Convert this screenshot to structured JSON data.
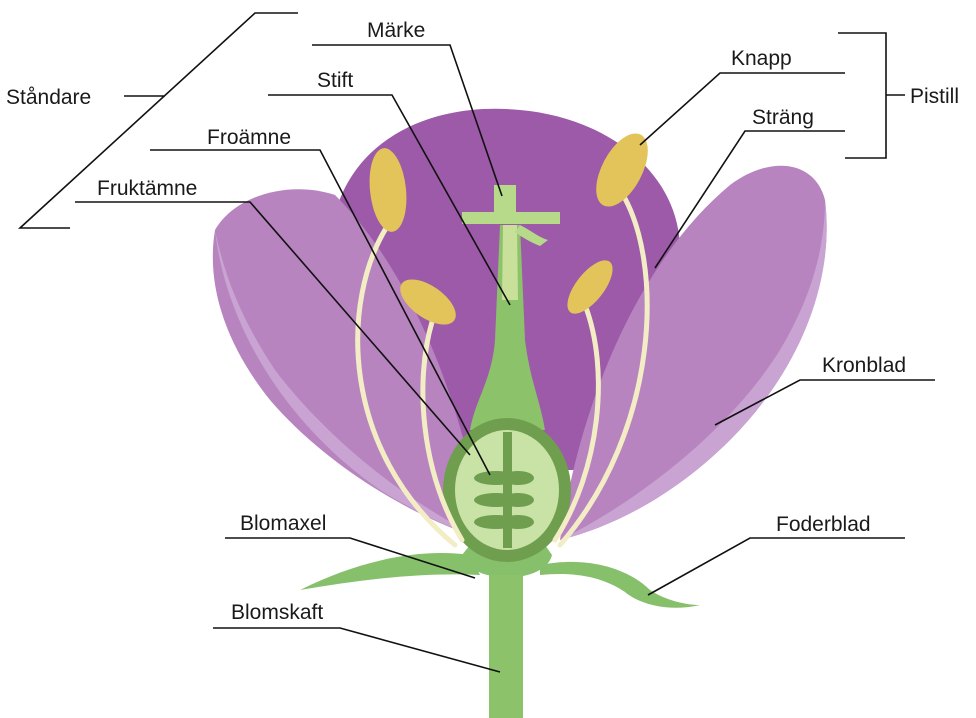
{
  "labels": {
    "standare": "Ståndare",
    "marke": "Märke",
    "stift": "Stift",
    "froamne": "Froämne",
    "fruktamne": "Fruktämne",
    "knapp": "Knapp",
    "strang": "Sträng",
    "pistill": "Pistill",
    "kronblad": "Kronblad",
    "blomaxel": "Blomaxel",
    "foderblad": "Foderblad",
    "blomskaft": "Blomskaft"
  },
  "colors": {
    "petal_back": "#9c5aa8",
    "petal_side": "#b784c0",
    "petal_light": "#c9a3d1",
    "stem": "#8cc26a",
    "stem_dark": "#6f9e4e",
    "style_light": "#c8e09a",
    "ovary_inner": "#c9e3a6",
    "ovule": "#6f9e4e",
    "anther": "#e2c45a",
    "filament": "#f3edc6",
    "sepal": "#86c06b"
  }
}
